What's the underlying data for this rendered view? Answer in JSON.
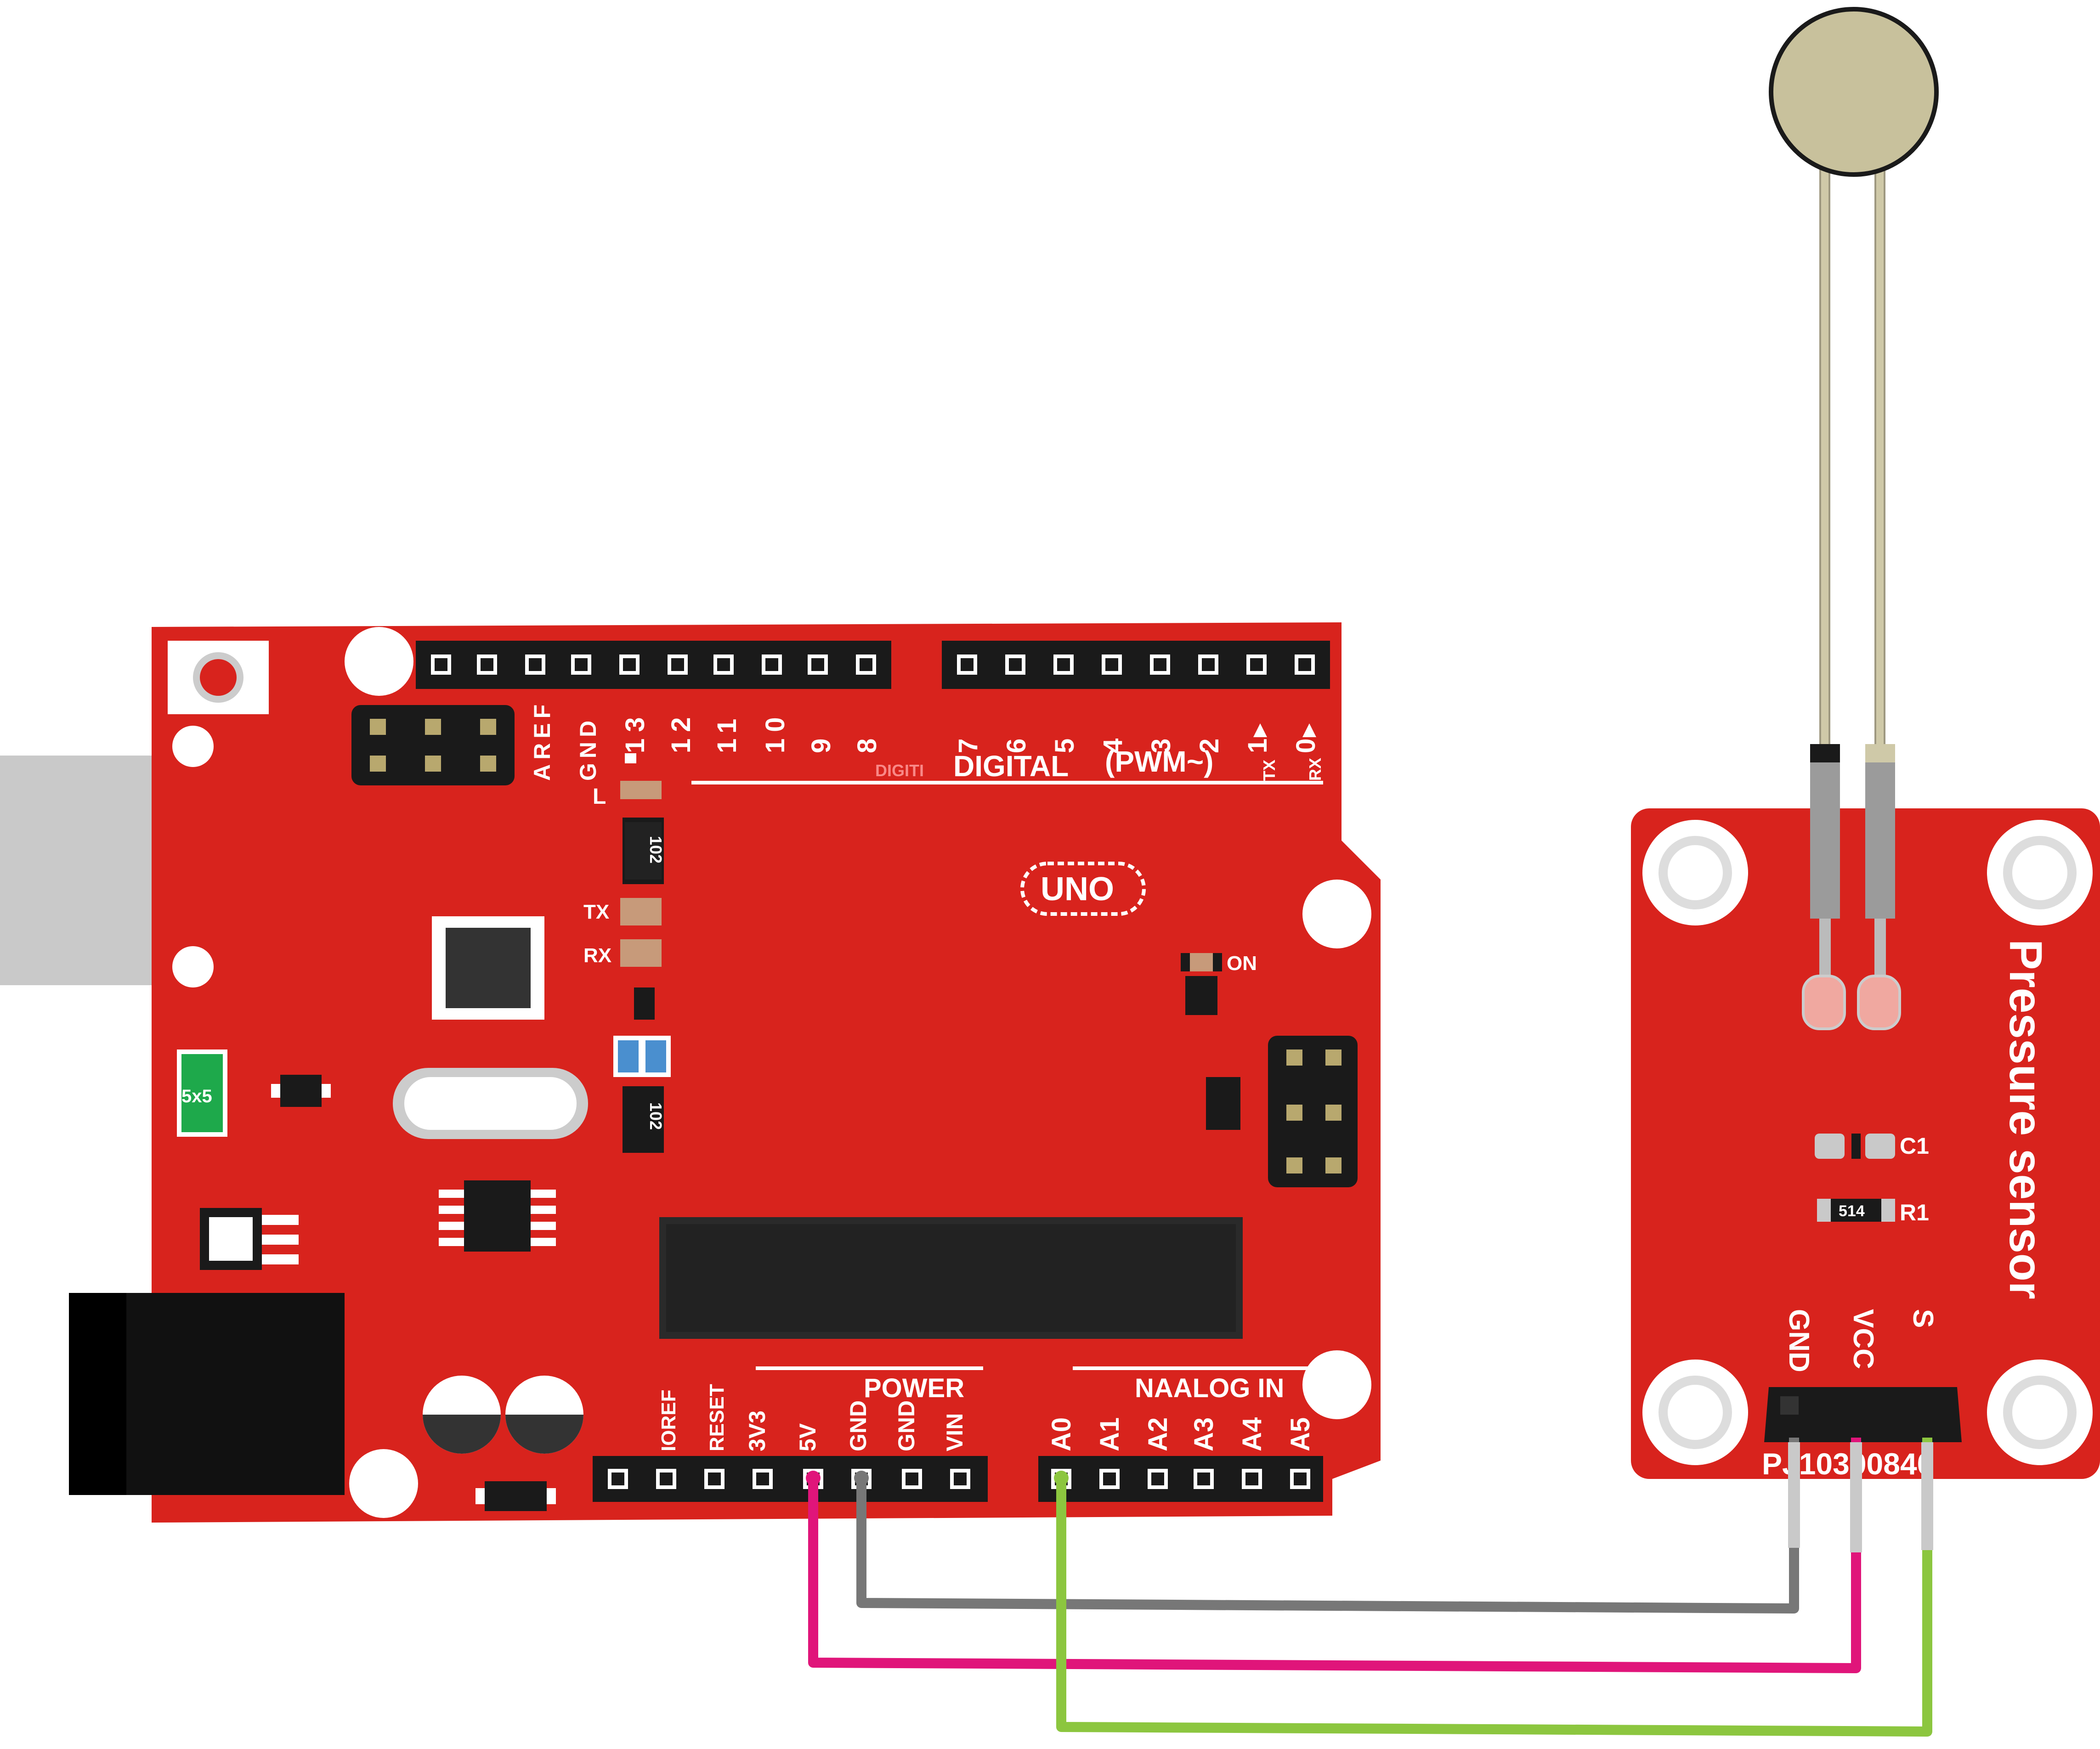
{
  "board": {
    "model_label": "UNO",
    "maker_label": "DIGITI",
    "digital_title": "DIGITAL",
    "pwm_title": "(PWM~)",
    "digital_pins": [
      "AREF",
      "GND",
      "13",
      "12",
      "11",
      "10",
      "9",
      "8",
      "7",
      "6",
      "5",
      "4",
      "3",
      "2",
      "1",
      "0"
    ],
    "tx_label": "TX",
    "rx_label": "RX",
    "tx_arrow_label": "TX",
    "rx_arrow_label": "RX",
    "led_l_label": "L",
    "on_label": "ON",
    "power_title": "POWER",
    "power_pins": [
      "IOREF",
      "RESET",
      "3V3",
      "5V",
      "GND",
      "GND",
      "VIN"
    ],
    "analog_title": "NAALOG  IN",
    "analog_pins": [
      "A0",
      "A1",
      "A2",
      "A3",
      "A4",
      "A5"
    ],
    "resistor_code": "102",
    "fuse_label": "5x5"
  },
  "sensor_module": {
    "title": "Pressure sensor",
    "pins": [
      "GND",
      "VCC",
      "S"
    ],
    "part_number": "PJ10300840",
    "c1_label": "C1",
    "r1_label": "R1",
    "r1_code": "514"
  },
  "wires": [
    {
      "from": "5V",
      "to": "VCC",
      "color": "#e0157a"
    },
    {
      "from": "GND",
      "to": "GND",
      "color": "#777777"
    },
    {
      "from": "A0",
      "to": "S",
      "color": "#8cc63f"
    }
  ],
  "colors": {
    "board_red": "#d8231d",
    "sensor_disc": "#c8c19c",
    "lead": "#cfc9a8",
    "header_black": "#1a1a1a"
  }
}
